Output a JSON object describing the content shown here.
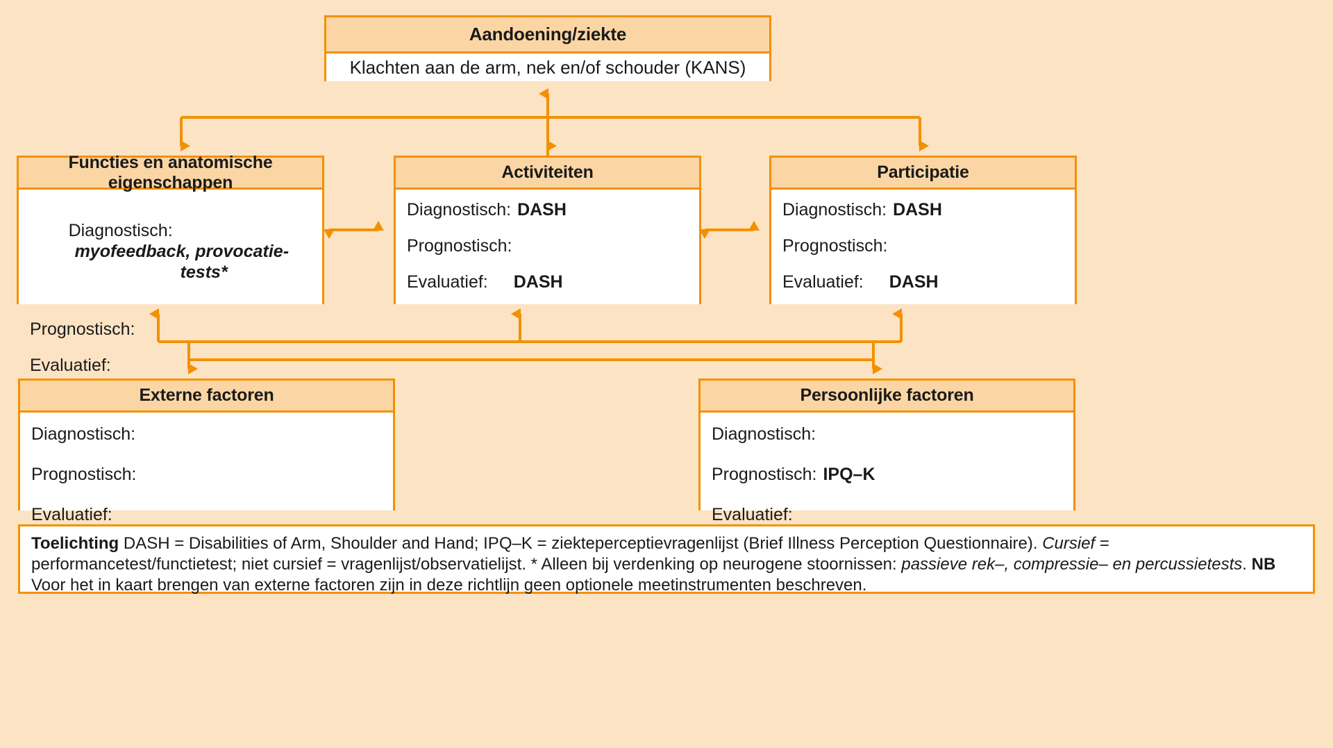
{
  "colors": {
    "page_background": "#FCE3C4",
    "box_border": "#F29100",
    "header_fill": "#FBD6A4",
    "body_fill": "#FFFFFF",
    "text": "#1A1A1A"
  },
  "disease": {
    "header": "Aandoening/ziekte",
    "body": "Klachten aan de arm, nek en/of schouder (KANS)"
  },
  "functions": {
    "header": "Functies en anatomische eigenschappen",
    "rows": [
      {
        "label": "Diagnostisch:",
        "value": "myofeedback, provocatie-",
        "value2": "tests*",
        "style": "bold-italic"
      },
      {
        "label": "Prognostisch:",
        "value": "",
        "style": "plain"
      },
      {
        "label": "Evaluatief:",
        "value": "",
        "style": "plain"
      }
    ]
  },
  "activities": {
    "header": "Activiteiten",
    "rows": [
      {
        "label": "Diagnostisch:",
        "value": "DASH",
        "style": "bold"
      },
      {
        "label": "Prognostisch:",
        "value": "",
        "style": "plain"
      },
      {
        "label": "Evaluatief:",
        "value": "DASH",
        "style": "bold"
      }
    ]
  },
  "participation": {
    "header": "Participatie",
    "rows": [
      {
        "label": "Diagnostisch:",
        "value": "DASH",
        "style": "bold"
      },
      {
        "label": "Prognostisch:",
        "value": "",
        "style": "plain"
      },
      {
        "label": "Evaluatief:",
        "value": "DASH",
        "style": "bold"
      }
    ]
  },
  "external": {
    "header": "Externe factoren",
    "rows": [
      {
        "label": "Diagnostisch:",
        "value": "",
        "style": "plain"
      },
      {
        "label": "Prognostisch:",
        "value": "",
        "style": "plain"
      },
      {
        "label": "Evaluatief:",
        "value": "",
        "style": "plain"
      }
    ]
  },
  "personal": {
    "header": "Persoonlijke factoren",
    "rows": [
      {
        "label": "Diagnostisch:",
        "value": "",
        "style": "plain"
      },
      {
        "label": "Prognostisch:",
        "value": "IPQ–K",
        "style": "bold"
      },
      {
        "label": "Evaluatief:",
        "value": "",
        "style": "plain"
      }
    ]
  },
  "legend": {
    "lead": "Toelichting",
    "seg1": " DASH = Disabilities of Arm, Shoulder and Hand; IPQ–K = ziekteperceptievragenlijst (Brief Illness Perception Questionnaire). ",
    "italic1": "Cursief",
    "seg2": " = performancetest/functietest; niet cursief = vragenlijst/observatielijst. * Alleen bij verdenking op neurogene stoornissen: ",
    "italic2": "passieve rek–, compressie– en percussietests",
    "seg3": ". ",
    "lead2": "NB",
    "seg4": " Voor het in kaart brengen van externe factoren zijn in deze richtlijn geen optionele meetinstrumenten beschreven."
  }
}
